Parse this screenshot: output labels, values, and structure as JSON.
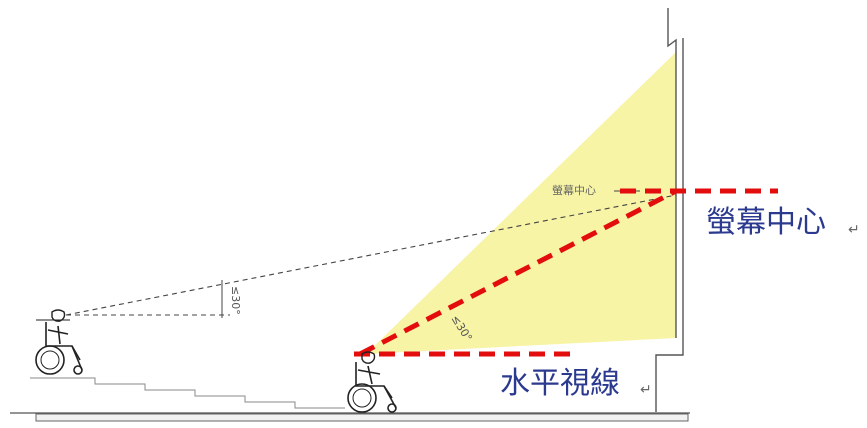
{
  "labels": {
    "screen_center_large": "螢幕中心",
    "screen_center_small": "螢幕中心",
    "horizontal_sightline": "水平視線",
    "angle_far": "≤30°",
    "angle_near": "≤30°",
    "return_mark": "↵"
  },
  "colors": {
    "viewing_cone": "#f7f4a6",
    "dashed_red": "#e30d0d",
    "line_dark": "#444444",
    "label_blue": "#2b3a8f"
  }
}
